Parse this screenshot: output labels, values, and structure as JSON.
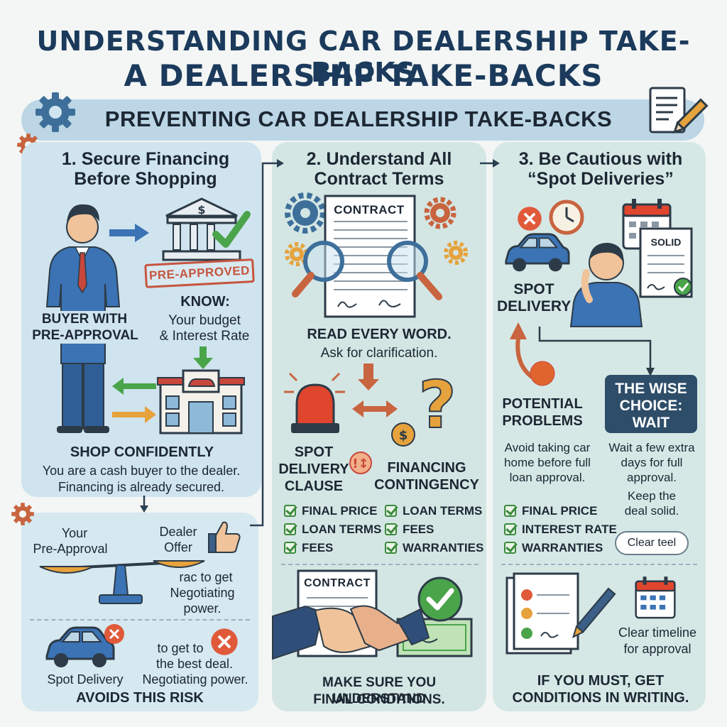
{
  "header": {
    "title_line1": "UNDERSTANDING CAR DEALERSHIP TAKE-BACKS",
    "title_line2": "A DEALERSHIP TAKE-BACKS",
    "banner": "PREVENTING CAR DEALERSHIP TAKE-BACKS"
  },
  "step1": {
    "title_line1": "1. Secure Financing",
    "title_line2": "Before Shopping",
    "stamp": "PRE-APPROVED",
    "buyer_line1": "BUYER WITH",
    "buyer_line2": "PRE-APPROVAL",
    "know_title": "KNOW:",
    "know_line1": "Your budget",
    "know_line2": "& Interest Rate",
    "shop_title": "SHOP CONFIDENTLY",
    "shop_line1": "You are a cash buyer to the dealer.",
    "shop_line2": "Financing is already secured.",
    "scale_left_line1": "Your",
    "scale_left_line2": "Pre-Approval",
    "scale_right_line1": "Dealer",
    "scale_right_line2": "Offer",
    "neg_line1": "rac to get",
    "neg_line2": "Negotiating",
    "neg_line3": "power.",
    "best_line1": "to get to",
    "best_line2": "the best deal.",
    "best_line3": "Negotiating power.",
    "spot_label": "Spot Delivery",
    "avoids": "AVOIDS THIS RISK"
  },
  "step2": {
    "title_line1": "2. Understand All",
    "title_line2": "Contract Terms",
    "contract_label": "CONTRACT",
    "read_title": "READ EVERY WORD.",
    "read_sub": "Ask for clarification.",
    "spot_line1": "SPOT",
    "spot_line2": "DELIVERY",
    "spot_line3": "CLAUSE",
    "fin_line1": "FINANCING",
    "fin_line2": "CONTINGENCY",
    "checks_left": [
      "FINAL PRICE",
      "LOAN TERMS",
      "FEES"
    ],
    "checks_right": [
      "LOAN TERMS",
      "FEES",
      "WARRANTIES"
    ],
    "contract_label2": "CONTRACT",
    "bottom_line1": "MAKE SURE YOU UNDERSTAND",
    "bottom_line2": "FINAL CONDITIONS."
  },
  "step3": {
    "title_line1": "3. Be Cautious with",
    "title_line2": "“Spot Deliveries”",
    "solid_label": "SOLID",
    "spot_line1": "SPOT",
    "spot_line2": "DELIVERY",
    "wise_line1": "THE WISE",
    "wise_line2": "CHOICE:",
    "wise_line3": "WAIT",
    "problems_line1": "POTENTIAL",
    "problems_line2": "PROBLEMS",
    "avoid_line1": "Avoid taking car",
    "avoid_line2": "home before full",
    "avoid_line3": "loan approval.",
    "wait_line1": "Wait a few extra",
    "wait_line2": "days for full",
    "wait_line3": "approval.",
    "wait_line4": "Keep the",
    "wait_line5": "deal solid.",
    "checks": [
      "FINAL PRICE",
      "INTEREST RATE",
      "WARRANTIES"
    ],
    "clear_tag": "Clear teel",
    "timeline_line1": "Clear timeline",
    "timeline_line2": "for approval",
    "bottom_line1": "IF YOU MUST, GET",
    "bottom_line2": "CONDITIONS IN WRITING."
  },
  "colors": {
    "navy": "#1b3a5c",
    "panel_blue": "#cfe4ee",
    "panel_green": "#d4e6e4",
    "accent_red": "#c6553f",
    "check_green": "#3a8a3c",
    "wise_box": "#2e4d69"
  }
}
